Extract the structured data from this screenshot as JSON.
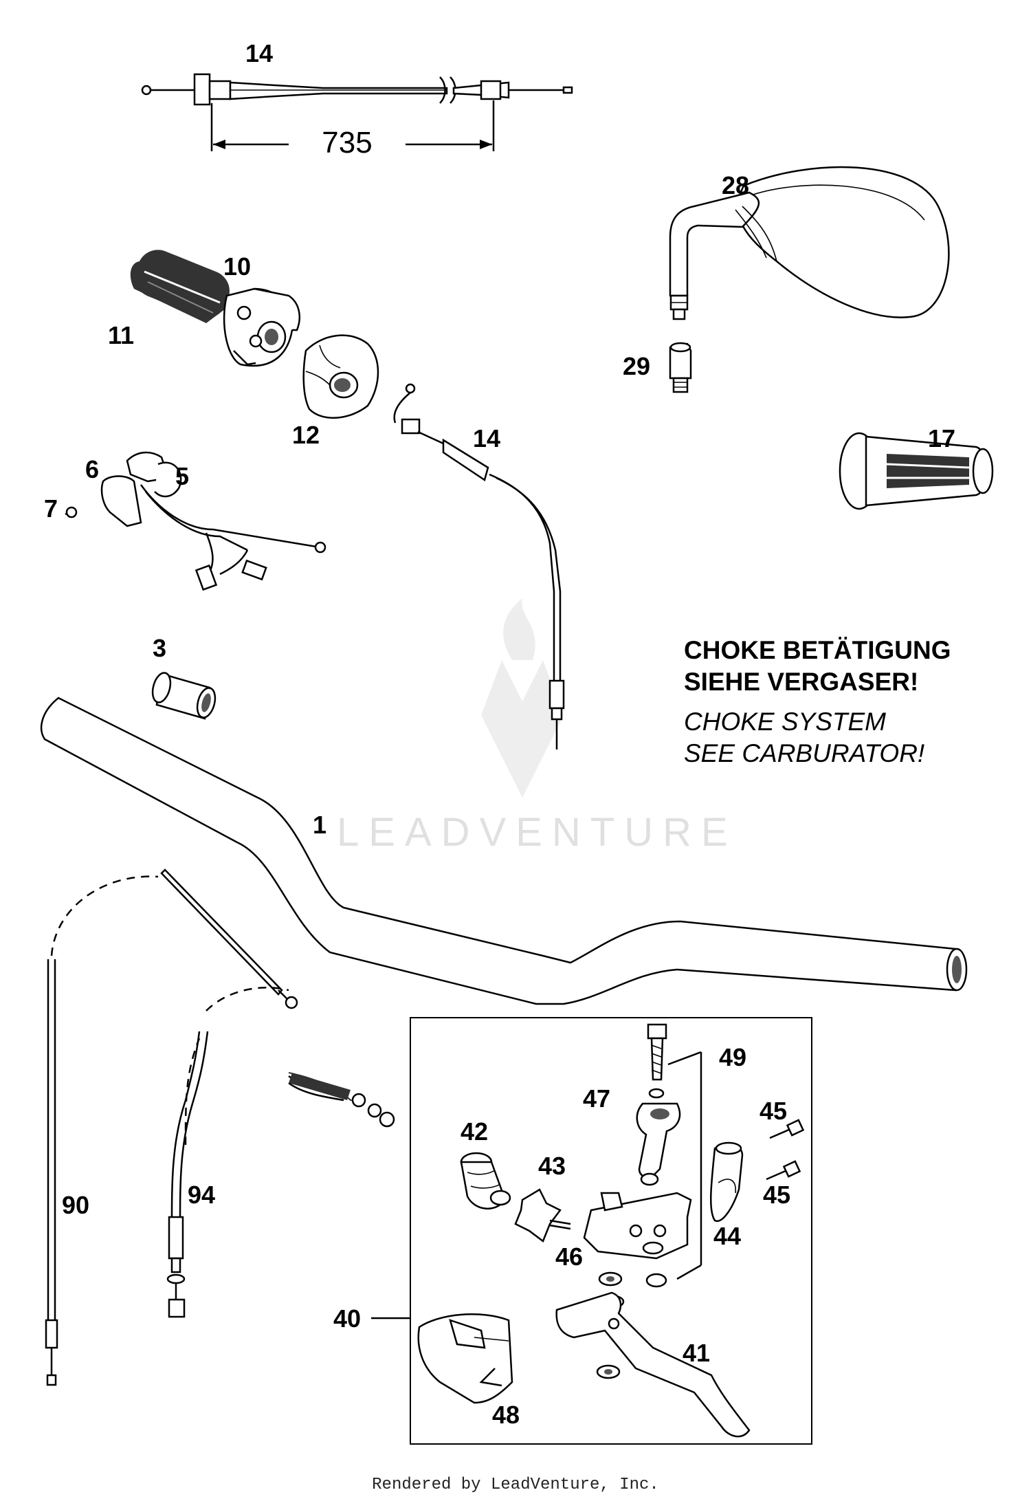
{
  "diagram": {
    "callouts": [
      {
        "id": "c14a",
        "label": "14"
      },
      {
        "id": "c28",
        "label": "28"
      },
      {
        "id": "c10",
        "label": "10"
      },
      {
        "id": "c11",
        "label": "11"
      },
      {
        "id": "c29",
        "label": "29"
      },
      {
        "id": "c12",
        "label": "12"
      },
      {
        "id": "c14b",
        "label": "14"
      },
      {
        "id": "c17",
        "label": "17"
      },
      {
        "id": "c6",
        "label": "6"
      },
      {
        "id": "c5",
        "label": "5"
      },
      {
        "id": "c7",
        "label": "7"
      },
      {
        "id": "c3",
        "label": "3"
      },
      {
        "id": "c1",
        "label": "1"
      },
      {
        "id": "c49",
        "label": "49"
      },
      {
        "id": "c47",
        "label": "47"
      },
      {
        "id": "c45a",
        "label": "45"
      },
      {
        "id": "c42",
        "label": "42"
      },
      {
        "id": "c43",
        "label": "43"
      },
      {
        "id": "c90",
        "label": "90"
      },
      {
        "id": "c94",
        "label": "94"
      },
      {
        "id": "c45b",
        "label": "45"
      },
      {
        "id": "c44",
        "label": "44"
      },
      {
        "id": "c46",
        "label": "46"
      },
      {
        "id": "c40",
        "label": "40"
      },
      {
        "id": "c41",
        "label": "41"
      },
      {
        "id": "c48",
        "label": "48"
      }
    ],
    "dimension": "735",
    "note": {
      "de_line1": "CHOKE BETÄTIGUNG",
      "de_line2": "SIEHE VERGASER!",
      "en_line1": "CHOKE SYSTEM",
      "en_line2": "SEE CARBURATOR!"
    },
    "watermark": "LEADVENTURE"
  },
  "footer": "Rendered by LeadVenture, Inc."
}
